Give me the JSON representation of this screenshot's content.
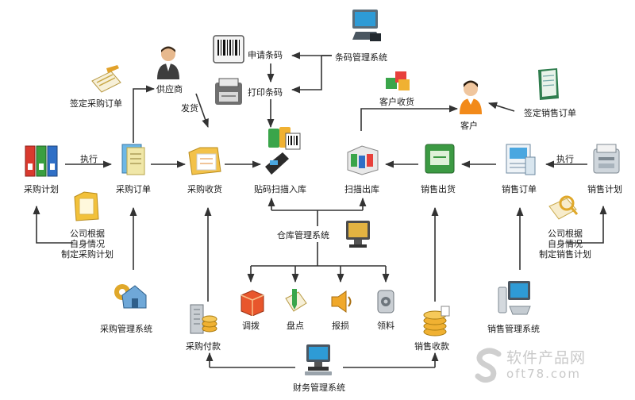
{
  "nodes": {
    "apply_barcode": "申请条码",
    "print_barcode": "打印条码",
    "barcode_system": "条码管理系统",
    "supplier": "供应商",
    "sign_purchase_order": "签定采购订单",
    "ship": "发货",
    "customer_receive": "客户收货",
    "customer": "客户",
    "sign_sales_order": "签定销售订单",
    "purchase_plan": "采购计划",
    "execute_left": "执行",
    "purchase_order": "采购订单",
    "purchase_receive": "采购收货",
    "label_scan_in": "贴码扫描入库",
    "scan_out": "扫描出库",
    "sales_ship": "销售出货",
    "sales_order": "销售订单",
    "execute_right": "执行",
    "sales_plan": "销售计划",
    "purchase_plan_basis": [
      "公司根据",
      "自身情况",
      "制定采购计划"
    ],
    "sales_plan_basis": [
      "公司根据",
      "自身情况",
      "制定销售计划"
    ],
    "warehouse_system": "仓库管理系统",
    "transfer": "调拨",
    "inventory": "盘点",
    "loss_report": "报损",
    "requisition": "领料",
    "purchase_system": "采购管理系统",
    "purchase_payment": "采购付款",
    "sales_collection": "销售收款",
    "sales_system": "销售管理系统",
    "finance_system": "财务管理系统"
  },
  "watermark": {
    "name": "软件产品网",
    "domain": "oft78.com"
  },
  "colors": {
    "line": "#333333",
    "watermark": "#c9c9c9"
  }
}
